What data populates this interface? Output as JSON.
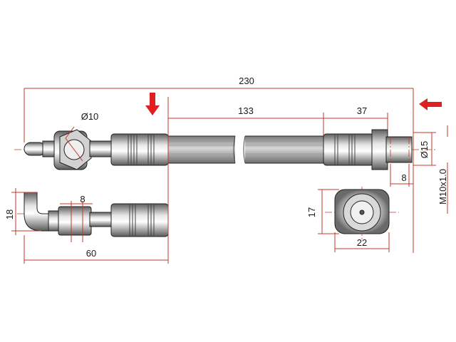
{
  "dimensions": {
    "total_length": "230",
    "hose_length": "133",
    "end_fitting_length": "37",
    "banjo_bore": "Ø10",
    "fitting_width": "8",
    "bend_height": "18",
    "bend_length": "60",
    "nut_diameter": "Ø15",
    "nut_width": "8",
    "thread": "M10x1.0",
    "hex_height": "17",
    "hex_width": "22"
  },
  "colors": {
    "dimension_lines": "#c0392b",
    "arrows": "#e02020",
    "metal_dark": "#6f6f6f",
    "metal_light": "#dcdcdc",
    "hose": "#a9a9a9"
  }
}
